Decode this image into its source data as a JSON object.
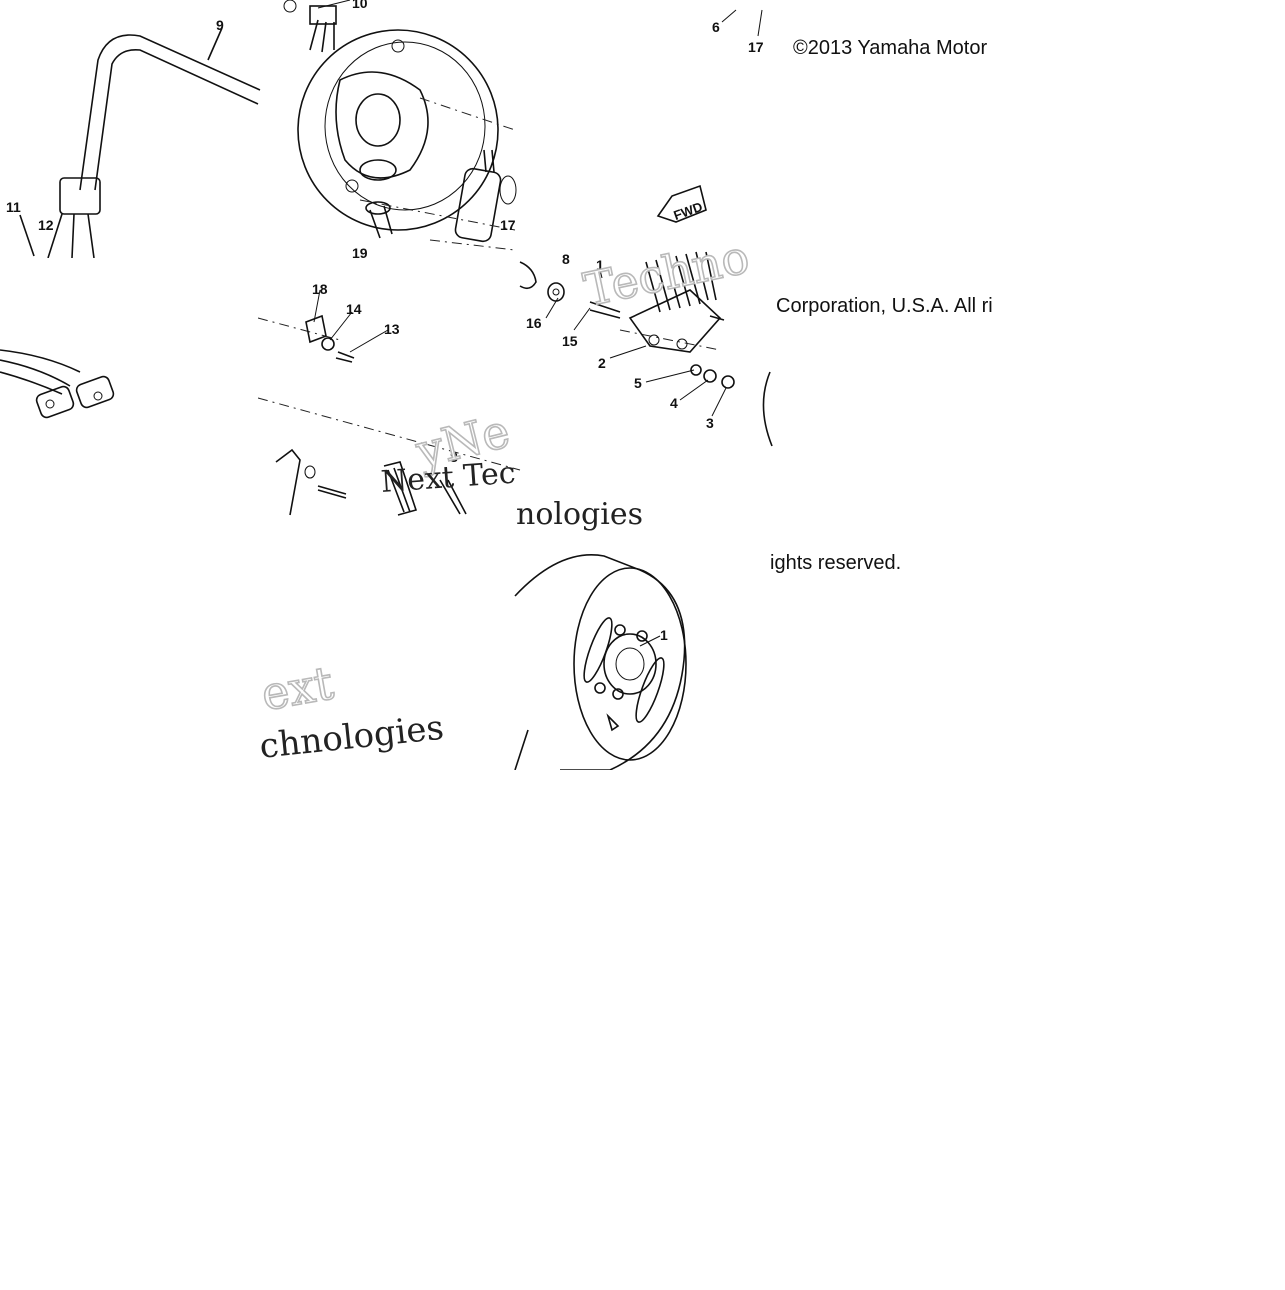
{
  "copyright": {
    "line1": "©2013 Yamaha Motor",
    "line2": "Corporation, U.S.A. All ri",
    "line3": "ights reserved."
  },
  "watermarks": {
    "w1": "Techno",
    "w2": "yNe",
    "w3": "Next Tec",
    "w4": "nologies",
    "w5": "ext",
    "w6": "chnologies"
  },
  "fwd_arrow": "FWD",
  "callouts": {
    "c1": "9",
    "c2": "10",
    "c3": "6",
    "c4": "17",
    "c5": "11",
    "c6": "12",
    "c7": "19",
    "c8": "17",
    "c9": "8",
    "c10": "1",
    "c11": "18",
    "c12": "14",
    "c13": "13",
    "c14": "16",
    "c15": "15",
    "c16": "2",
    "c17": "5",
    "c18": "4",
    "c19": "3",
    "c20": "8",
    "c21": "1"
  }
}
